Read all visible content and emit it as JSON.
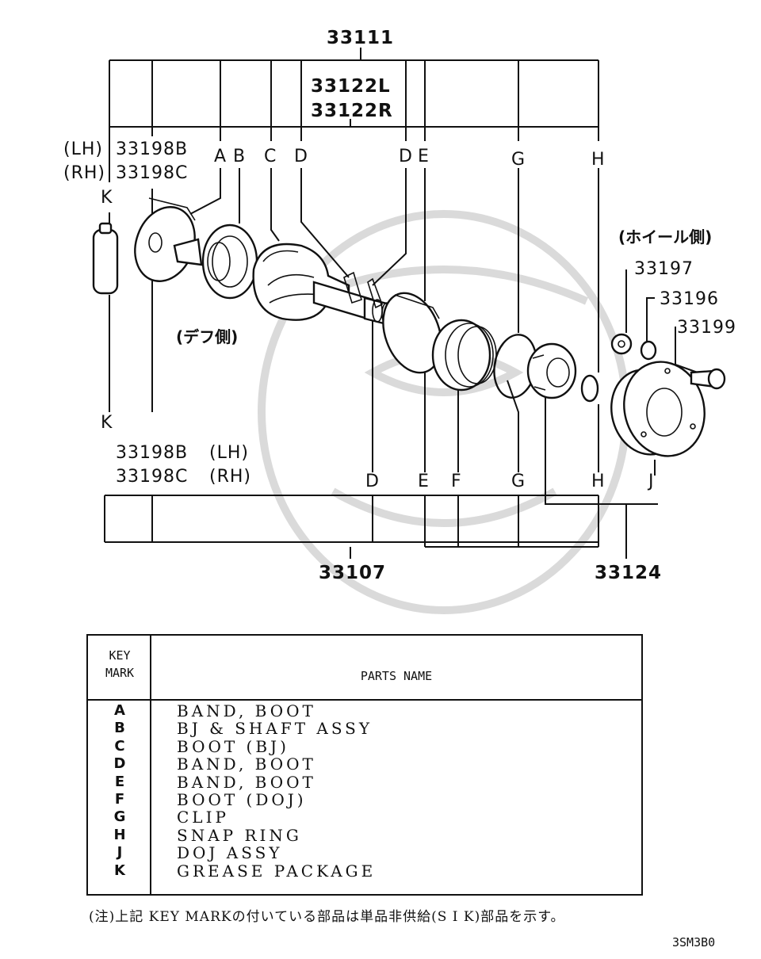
{
  "diagram": {
    "part_numbers": {
      "shaft_assy": "33111",
      "shaft_left": "33122L",
      "shaft_right": "33122R",
      "grease_top_left": "33198B",
      "grease_top_right": "33198C",
      "grease_bottom_left": "33198B",
      "grease_bottom_right": "33198C",
      "nut": "33197",
      "washer": "33196",
      "bolt": "33199",
      "kit": "33107",
      "doj": "33124"
    },
    "side_labels": {
      "lh_top": "(LH)",
      "rh_top": "(RH)",
      "lh_bottom": "(LH)",
      "rh_bottom": "(RH)",
      "wheel_side": "(ホイール側)",
      "diff_side": "(デフ側)"
    },
    "key_letters": {
      "top_k": "K",
      "top_a": "A",
      "top_b": "B",
      "top_c": "C",
      "top_d": "D",
      "top_d2": "D",
      "top_e": "E",
      "top_g": "G",
      "top_h": "H",
      "bot_k": "K",
      "bot_d": "D",
      "bot_e": "E",
      "bot_f": "F",
      "bot_g": "G",
      "bot_h": "H",
      "bot_j": "J"
    }
  },
  "table": {
    "key_header_1": "KEY",
    "key_header_2": "MARK",
    "name_header": "PARTS NAME",
    "rows": [
      {
        "key": "A",
        "name": "BAND, BOOT"
      },
      {
        "key": "B",
        "name": "BJ & SHAFT ASSY"
      },
      {
        "key": "C",
        "name": "BOOT (BJ)"
      },
      {
        "key": "D",
        "name": "BAND, BOOT"
      },
      {
        "key": "E",
        "name": "BAND, BOOT"
      },
      {
        "key": "F",
        "name": "BOOT (DOJ)"
      },
      {
        "key": "G",
        "name": "CLIP"
      },
      {
        "key": "H",
        "name": "SNAP RING"
      },
      {
        "key": "J",
        "name": "DOJ ASSY"
      },
      {
        "key": "K",
        "name": "GREASE PACKAGE"
      }
    ]
  },
  "footnote": "(注)上記 KEY MARKの付いている部品は単品非供給(S I K)部品を示す。",
  "drawing_code": "3SM3B0"
}
